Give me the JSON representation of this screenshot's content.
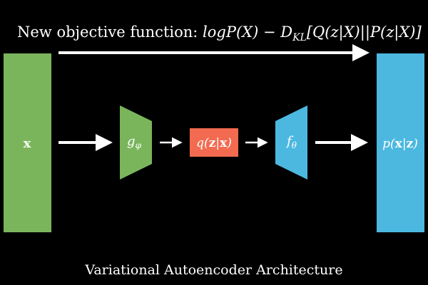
{
  "diagram": {
    "objective_prefix": "New objective function: ",
    "objective_formula": "logP(X) − D",
    "objective_sub": "KL",
    "objective_rest": "[Q(z|X)||P(z|X)]",
    "input_label": "x",
    "encoder_label": "g",
    "encoder_sub": "φ",
    "latent_label_pre": "q(",
    "latent_label_z": "z",
    "latent_label_mid": "|",
    "latent_label_x": "x",
    "latent_label_post": ")",
    "decoder_label": "f",
    "decoder_sub": "θ",
    "output_label_pre": "p(",
    "output_label_x": "x",
    "output_label_mid": "|",
    "output_label_z": "z",
    "output_label_post": ")",
    "caption": "Variational Autoencoder Architecture",
    "colors": {
      "background": "#000000",
      "input": "#7ab55c",
      "encoder": "#7ab55c",
      "latent": "#f26b50",
      "decoder": "#4cb8e0",
      "output": "#4cb8e0",
      "arrow": "#ffffff",
      "text": "#ffffff"
    }
  }
}
